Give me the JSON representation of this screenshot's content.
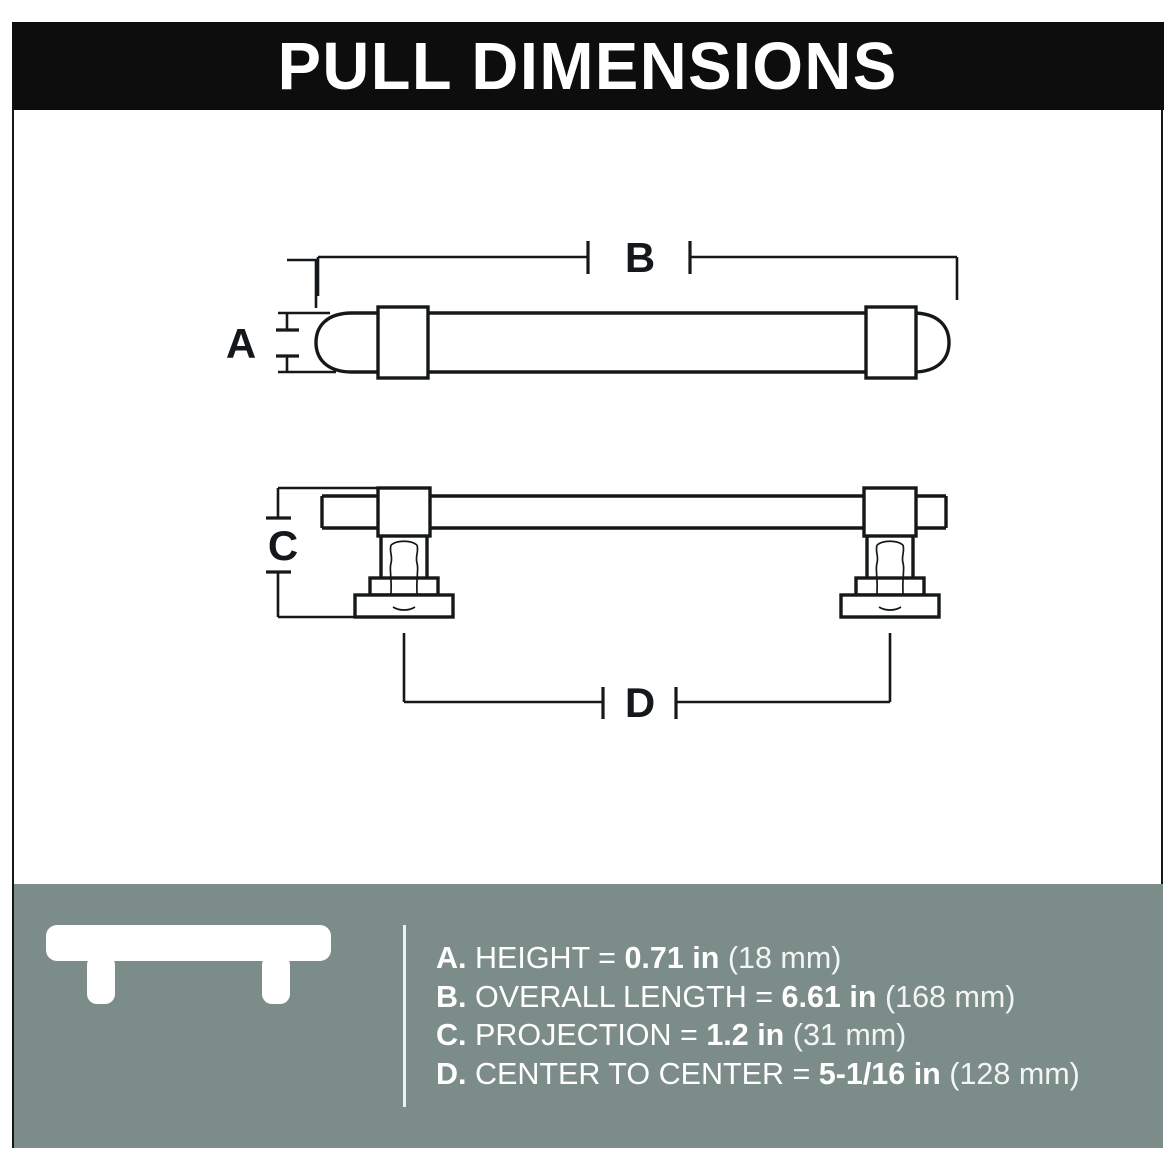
{
  "header": {
    "title": "PULL DIMENSIONS"
  },
  "diagram": {
    "labels": {
      "a": "A",
      "b": "B",
      "c": "C",
      "d": "D"
    },
    "views": {
      "front_view_name": "front-elevation-view",
      "side_view_name": "side-profile-view"
    }
  },
  "footer": {
    "icon_name": "bar-pull-silhouette-icon",
    "legend": [
      {
        "key": "A.",
        "label": "HEIGHT =",
        "value": "0.71 in",
        "metric": "(18 mm)"
      },
      {
        "key": "B.",
        "label": "OVERALL LENGTH =",
        "value": "6.61 in",
        "metric": "(168 mm)"
      },
      {
        "key": "C.",
        "label": "PROJECTION =",
        "value": "1.2 in",
        "metric": "(31 mm)"
      },
      {
        "key": "D.",
        "label": "CENTER TO CENTER =",
        "value": "5-1/16 in",
        "metric": "(128 mm)"
      }
    ]
  },
  "colors": {
    "header_background": "#0d0d0d",
    "footer_background": "#7c8c88",
    "line": "#14181a",
    "text_light": "#ffffff",
    "page_background": "#ffffff"
  }
}
